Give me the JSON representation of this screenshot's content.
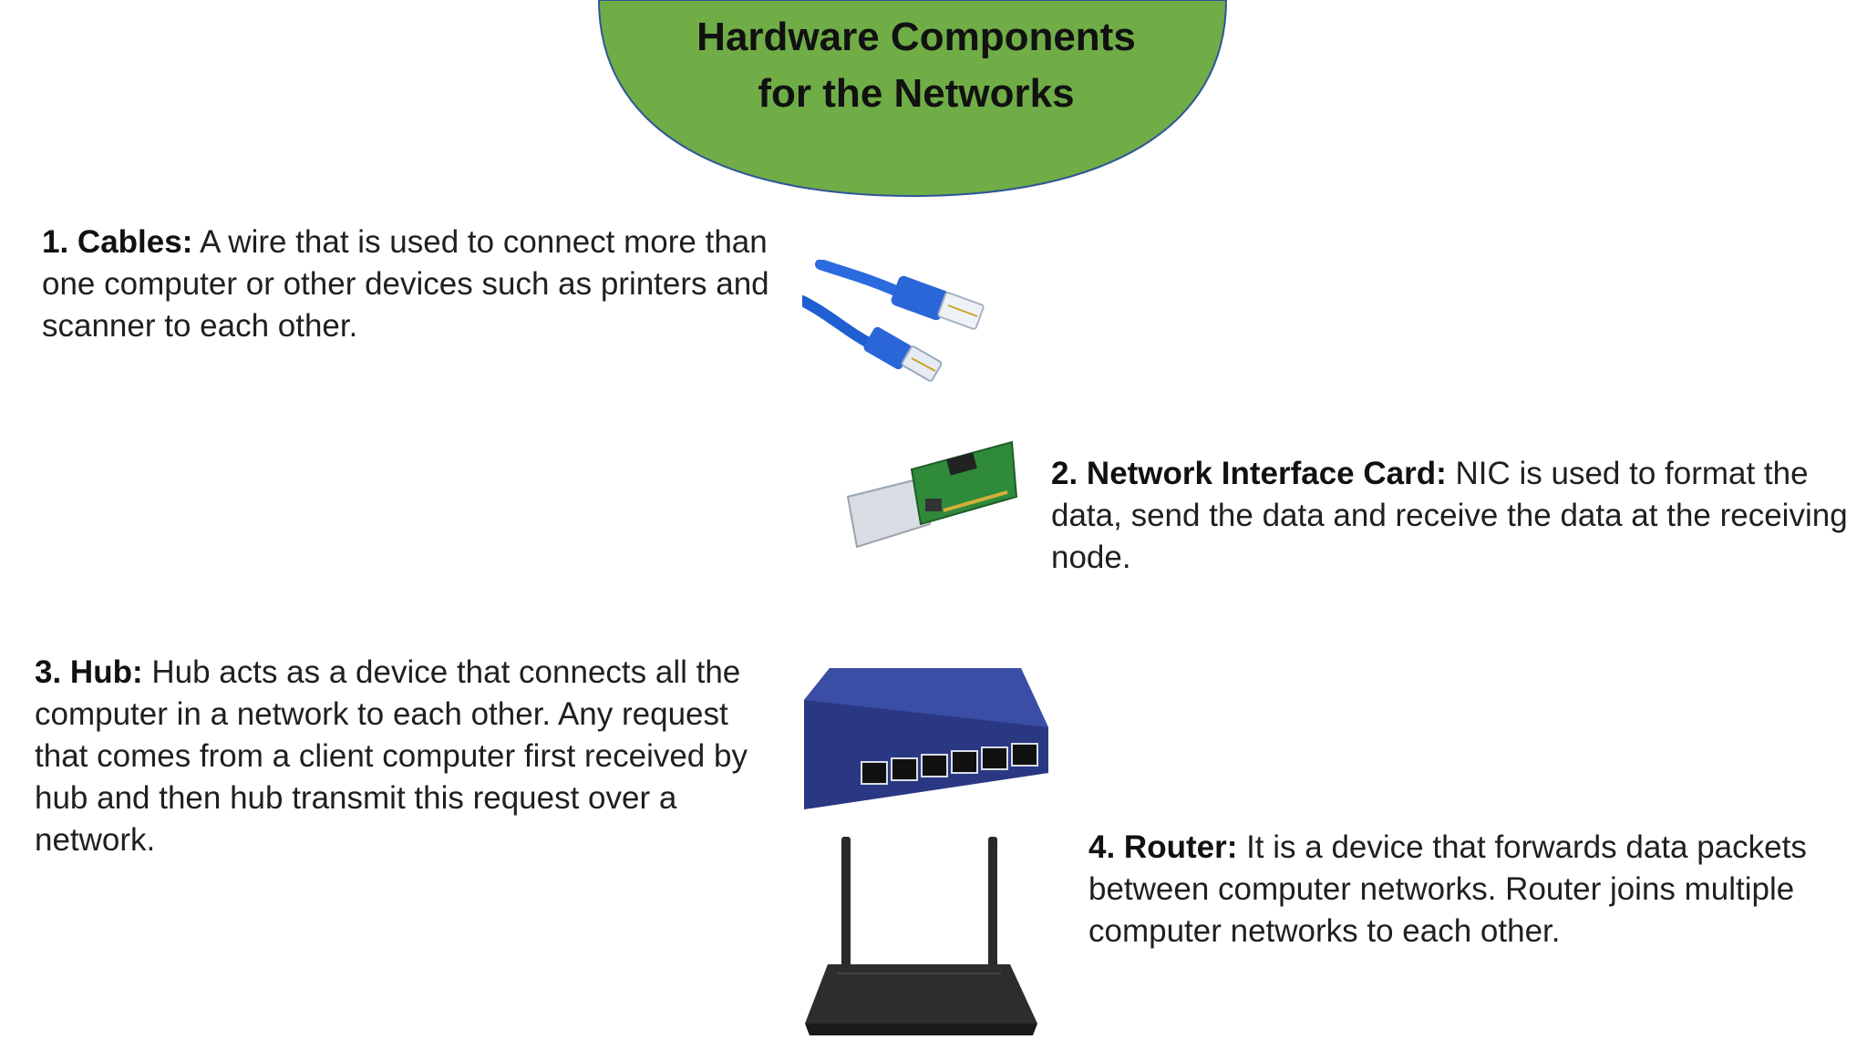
{
  "title": {
    "line1": "Hardware Components",
    "line2": "for the Networks"
  },
  "colors": {
    "title_fill": "#70ad47",
    "title_border": "#2f5597"
  },
  "items": [
    {
      "label": "1. Cables:",
      "text": " A wire that is used to connect more than one computer or other devices such as printers and scanner to each other.",
      "icon": "ethernet-cable-icon"
    },
    {
      "label": "2. Network Interface Card:",
      "text": " NIC is used to format the data, send the data and receive the data at the receiving node.",
      "icon": "network-card-icon"
    },
    {
      "label": "3. Hub:",
      "text": " Hub acts as a device that connects all the computer in a network to each other. Any request that comes from a client computer first received by hub and then hub transmit this request over a network.",
      "icon": "network-hub-icon"
    },
    {
      "label": "4. Router:",
      "text": " It is a device that forwards data packets between computer networks. Router joins multiple computer networks to each other.",
      "icon": "router-icon"
    }
  ]
}
